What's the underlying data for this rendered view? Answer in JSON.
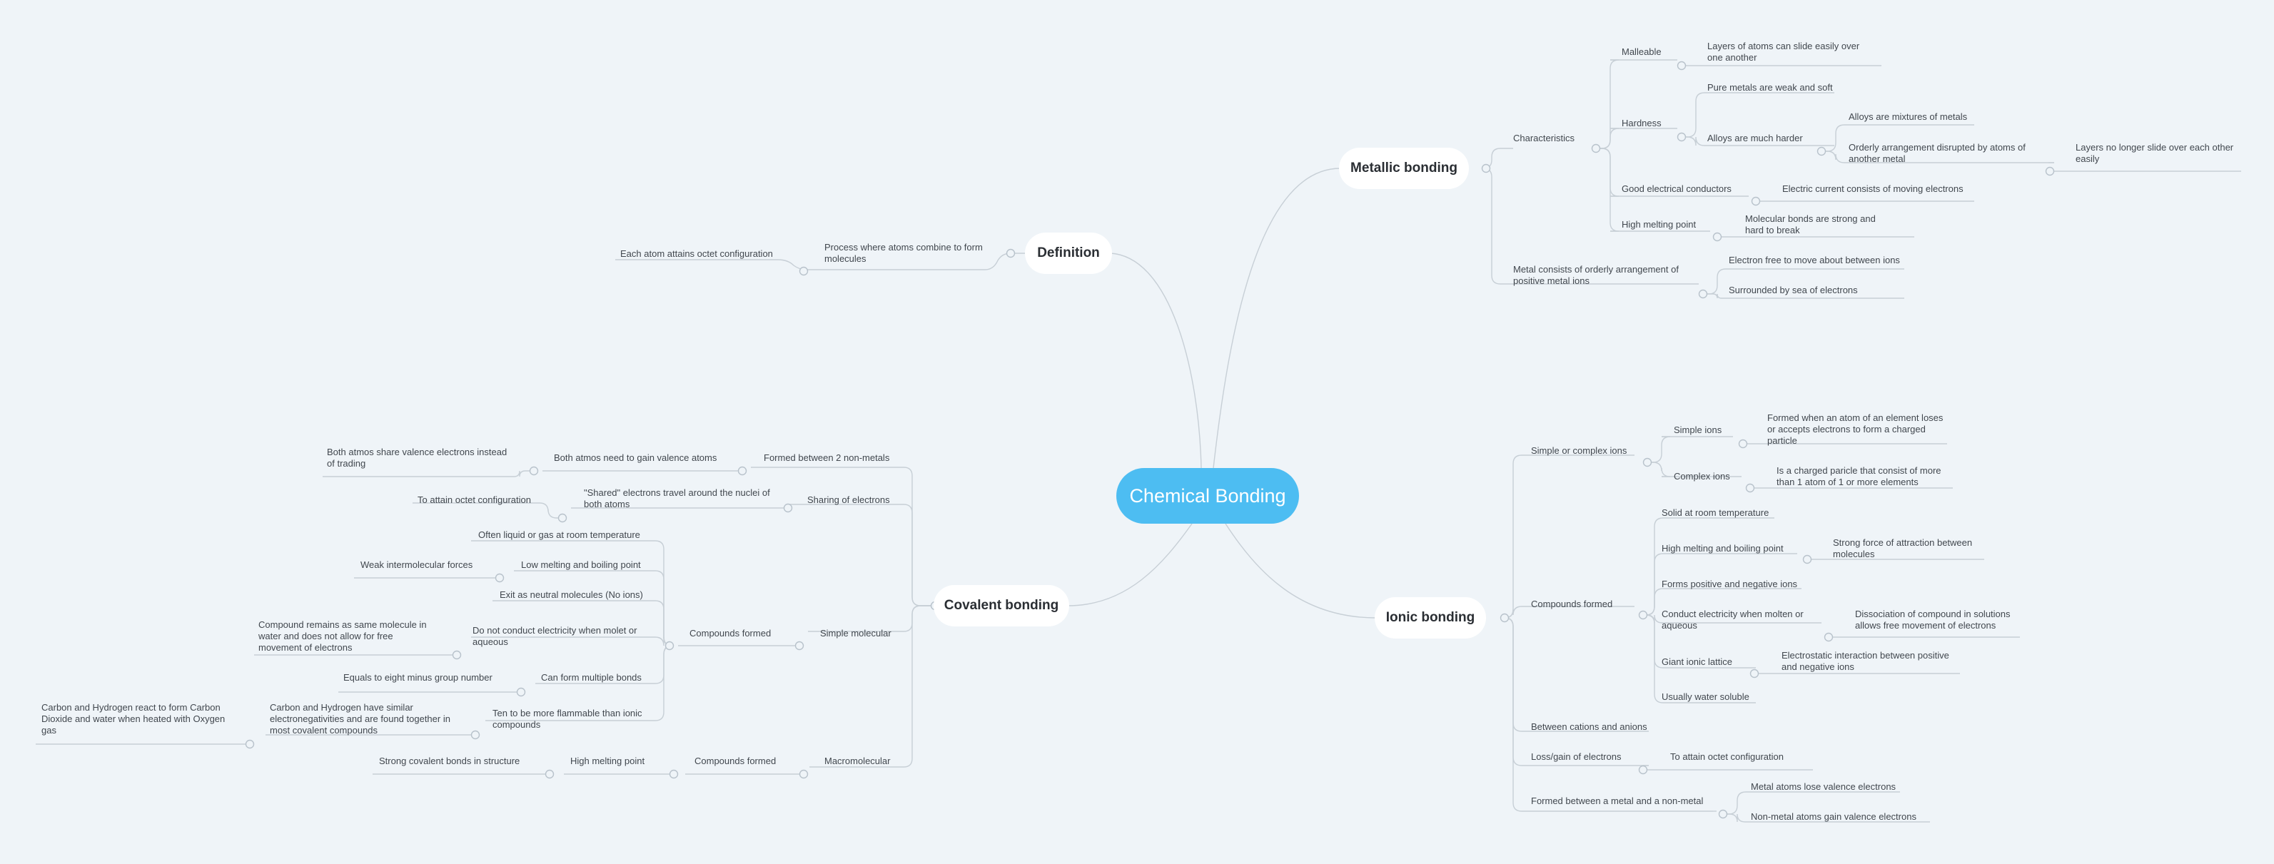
{
  "root": "Chemical Bonding",
  "branches": {
    "definition": {
      "title": "Definition",
      "process": "Process where atoms combine to form molecules",
      "octet": "Each atom attains octet configuration"
    },
    "metallic": {
      "title": "Metallic bonding",
      "characteristics": "Characteristics",
      "malleable": "Malleable",
      "malleable_detail": "Layers of atoms can slide easily over one another",
      "hardness": "Hardness",
      "pure_metals": "Pure metals are weak and soft",
      "alloys_harder": "Alloys are much harder",
      "alloys_mixtures": "Alloys are mixtures of metals",
      "orderly_disrupted": "Orderly arrangement disrupted by atoms of another metal",
      "layers_no_slide": "Layers no longer slide over each other easily",
      "conductors": "Good electrical conductors",
      "current": "Electric current consists of moving electrons",
      "high_mp": "High melting point",
      "bonds_strong": "Molecular bonds are strong and hard to break",
      "orderly_ions": "Metal consists of orderly arrangement of positive metal ions",
      "electron_free": "Electron free to move about between ions",
      "sea": "Surrounded by sea of electrons"
    },
    "ionic": {
      "title": "Ionic bonding",
      "simple_complex": "Simple or complex ions",
      "simple_ions": "Simple ions",
      "simple_detail": "Formed when an atom of an element loses or accepts electrons to form a charged particle",
      "complex_ions": "Complex ions",
      "complex_detail": "Is a charged paricle that consist of more than 1 atom of 1 or more elements",
      "compounds": "Compounds formed",
      "solid": "Solid at room temperature",
      "high_mbp": "High melting and boiling point",
      "strong_force": "Strong force of attraction between molecules",
      "forms_ions": "Forms positive and negative ions",
      "conduct": "Conduct electricity when molten or aqueous",
      "dissociation": "Dissociation of compound in solutions allows free movement of electrons",
      "lattice": "Giant ionic lattice",
      "electrostatic": "Electrostatic interaction between positive and negative ions",
      "soluble": "Usually water soluble",
      "between": "Between cations and anions",
      "loss_gain": "Loss/gain of electrons",
      "octet": "To attain octet configuration",
      "metal_nonmetal": "Formed between a metal and a non-metal",
      "metal_lose": "Metal atoms lose valence electrons",
      "nonmetal_gain": "Non-metal atoms gain valence electrons"
    },
    "covalent": {
      "title": "Covalent bonding",
      "nonmetals": "Formed between 2 non-metals",
      "gain_valence": "Both atmos need to gain valence atoms",
      "share_valence": "Both atmos share valence electrons instead of trading",
      "sharing": "Sharing of electrons",
      "shared_travel": "\"Shared\" electrons travel around the nuclei of both atoms",
      "octet": "To attain octet configuration",
      "simple_molecular": "Simple molecular",
      "compounds": "Compounds formed",
      "liquid_gas": "Often liquid or gas at room temperature",
      "low_mbp": "Low melting and boiling point",
      "weak_forces": "Weak intermolecular forces",
      "neutral": "Exit as neutral molecules (No ions)",
      "no_conduct": "Do not conduct electricity when molet or aqueous",
      "same_molecule": "Compound remains as same molecule in water and does not allow for free movement of electrons",
      "multiple": "Can form multiple bonds",
      "eight_minus": "Equals to eight minus group number",
      "flammable": "Ten to be more flammable than ionic compounds",
      "c_h_similar": "Carbon and Hydrogen have similar electronegativities and are found together in most covalent compounds",
      "c_h_react": "Carbon and Hydrogen react to form Carbon Dioxide and water when heated with Oxygen gas",
      "macromolecular": "Macromolecular",
      "compounds2": "Compounds formed",
      "high_mp": "High melting point",
      "strong_covalent": "Strong covalent bonds in structure"
    }
  }
}
